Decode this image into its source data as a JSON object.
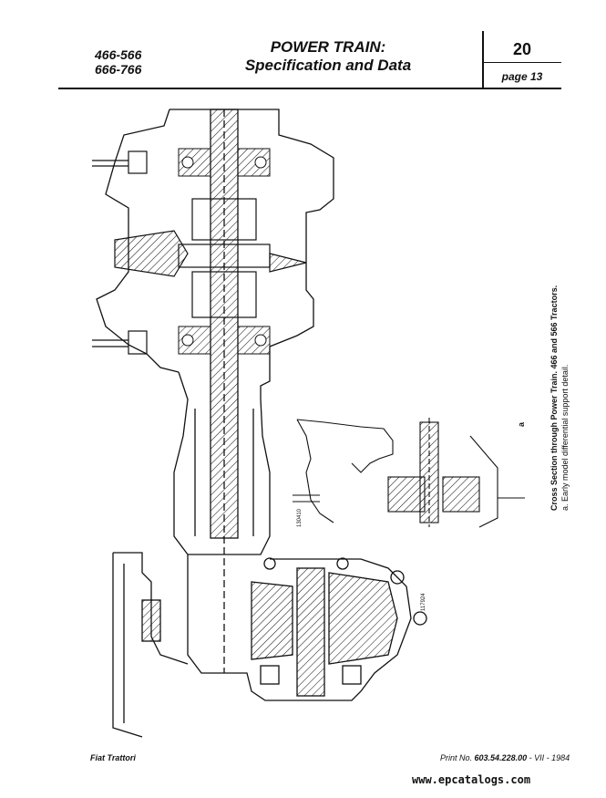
{
  "header": {
    "models": [
      "466-566",
      "666-766"
    ],
    "title_line1": "POWER TRAIN:",
    "title_line2": "Specification and Data",
    "section": "20",
    "page": "page 13"
  },
  "figure": {
    "caption_title": "Cross Section through Power Train. 466 and 566 Tractors.",
    "caption_note": "a. Early model differential support detail.",
    "detail_label": "a",
    "image_codes": [
      "117924",
      "130410"
    ]
  },
  "footer": {
    "left": "Fiat Trattori",
    "print_prefix": "Print No.",
    "print_number": "603.54.228.00",
    "print_suffix": " - VII - 1984",
    "watermark": "www.epcatalogs.com"
  }
}
